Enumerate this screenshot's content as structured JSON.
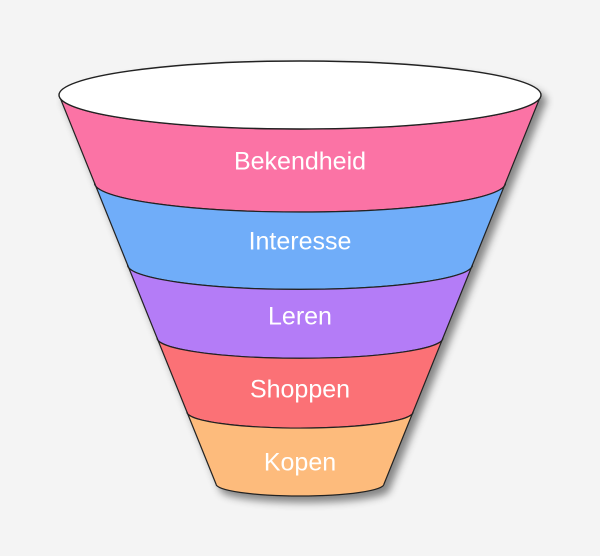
{
  "funnel": {
    "stages": [
      {
        "label": "Bekendheid",
        "color": "#fb73a5"
      },
      {
        "label": "Interesse",
        "color": "#6fadf9"
      },
      {
        "label": "Leren",
        "color": "#b47cf7"
      },
      {
        "label": "Shoppen",
        "color": "#fb7176"
      },
      {
        "label": "Kopen",
        "color": "#fdbb7c"
      }
    ],
    "rim_color": "#ffffff",
    "outline_color": "#222222"
  }
}
